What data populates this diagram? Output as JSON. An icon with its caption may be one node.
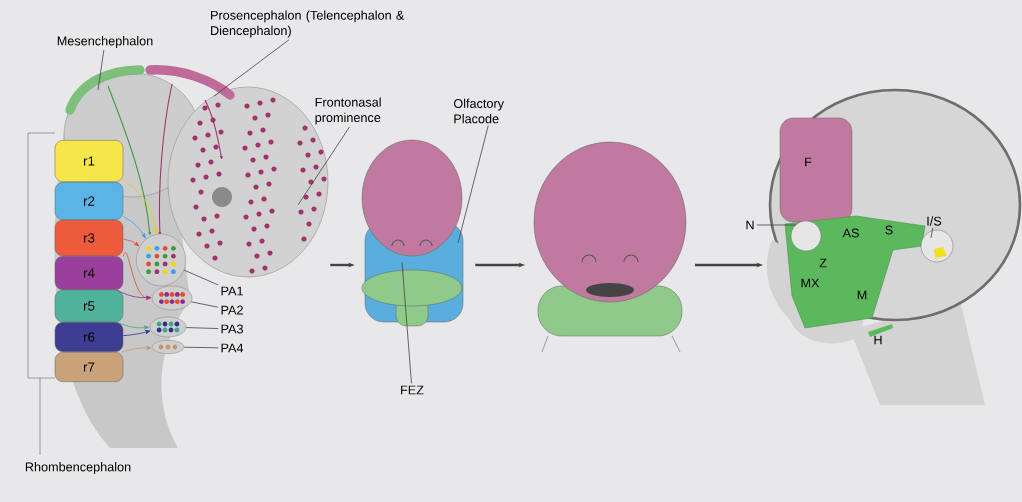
{
  "diagram": {
    "nodes": [
      {
        "text": [
          "Mesenchephalon"
        ]
      },
      {
        "text": [
          "Prosencephalon (Telencephalon & Diencephalon)"
        ]
      },
      {
        "text": [],
        "shape": "picture"
      },
      {
        "text": [
          "r1"
        ],
        "in": 2
      },
      {
        "text": [
          "r2"
        ],
        "in": 2
      },
      {
        "text": [
          "r3"
        ],
        "in": 2
      },
      {
        "text": [
          "r4"
        ],
        "in": 2
      },
      {
        "text": [
          "r5"
        ],
        "in": 2
      },
      {
        "text": [
          "r6"
        ],
        "in": 2
      },
      {
        "text": [
          "r7"
        ],
        "in": 2
      },
      {
        "text": [],
        "shape": "circle",
        "in": 2
      },
      {
        "text": [],
        "shape": "circle",
        "in": 2
      },
      {
        "text": [],
        "shape": "circle",
        "in": 2
      },
      {
        "text": [],
        "shape": "circle",
        "in": 2
      },
      {
        "text": [
          "PA1"
        ],
        "in": 2
      },
      {
        "text": [
          "PA2"
        ],
        "in": 2
      },
      {
        "text": [
          "PA3"
        ],
        "in": 2
      },
      {
        "text": [
          "PA4"
        ],
        "in": 2
      },
      {
        "text": [
          "Frontonasal prominence"
        ]
      },
      {
        "text": [
          "Olfactory Placode"
        ]
      },
      {
        "text": [],
        "shape": "picture"
      },
      {
        "text": [
          "FEZ"
        ]
      },
      {
        "text": [],
        "shape": "picture"
      },
      {
        "text": [
          "N"
        ]
      },
      {
        "text": [],
        "shape": "picture"
      },
      {
        "text": [
          "I/S"
        ],
        "in": 24
      }
    ],
    "edges": [
      {
        "from": 3,
        "to": 10,
        "arrow": "to",
        "color": "#e8cf00"
      },
      {
        "from": 4,
        "to": 10,
        "arrow": "to",
        "color": "#3aa0dc"
      },
      {
        "from": 5,
        "to": 10,
        "arrow": "to",
        "color": "#e84a2e"
      },
      {
        "from": 5,
        "to": 11,
        "arrow": "to",
        "color": "#e84a2e"
      },
      {
        "from": 6,
        "to": 11,
        "arrow": "to",
        "color": "#8e2f90"
      },
      {
        "from": 7,
        "to": 12,
        "arrow": "to",
        "color": "#3aa88f"
      },
      {
        "from": 8,
        "to": 12,
        "arrow": "to",
        "color": "#2f2f8a"
      },
      {
        "from": 9,
        "to": 13,
        "arrow": "to",
        "color": "#c29a6e"
      },
      {
        "from": 0,
        "to": 2,
        "arrow": "none"
      },
      {
        "from": 1,
        "to": 2,
        "arrow": "none"
      },
      {
        "from": 18,
        "to": 2,
        "arrow": "none"
      },
      {
        "from": 19,
        "to": 20,
        "arrow": "none"
      },
      {
        "from": 14,
        "to": 10,
        "arrow": "none"
      },
      {
        "from": 15,
        "to": 11,
        "arrow": "none"
      },
      {
        "from": 16,
        "to": 12,
        "arrow": "none"
      },
      {
        "from": 17,
        "to": 13,
        "arrow": "none"
      },
      {
        "from": 21,
        "to": 20,
        "arrow": "none"
      },
      {
        "from": 23,
        "to": 24,
        "arrow": "none"
      },
      {
        "from": 25,
        "to": 24,
        "arrow": "none"
      },
      {
        "from": 2,
        "to": 20,
        "arrow": "to",
        "style": "thick"
      },
      {
        "from": 20,
        "to": 22,
        "arrow": "to",
        "style": "thick"
      },
      {
        "from": 22,
        "to": 24,
        "arrow": "to",
        "style": "thick"
      }
    ],
    "labels": [
      "Rhombencephalon",
      "F",
      "AS",
      "S",
      "Z",
      "MX",
      "M",
      "H"
    ]
  }
}
